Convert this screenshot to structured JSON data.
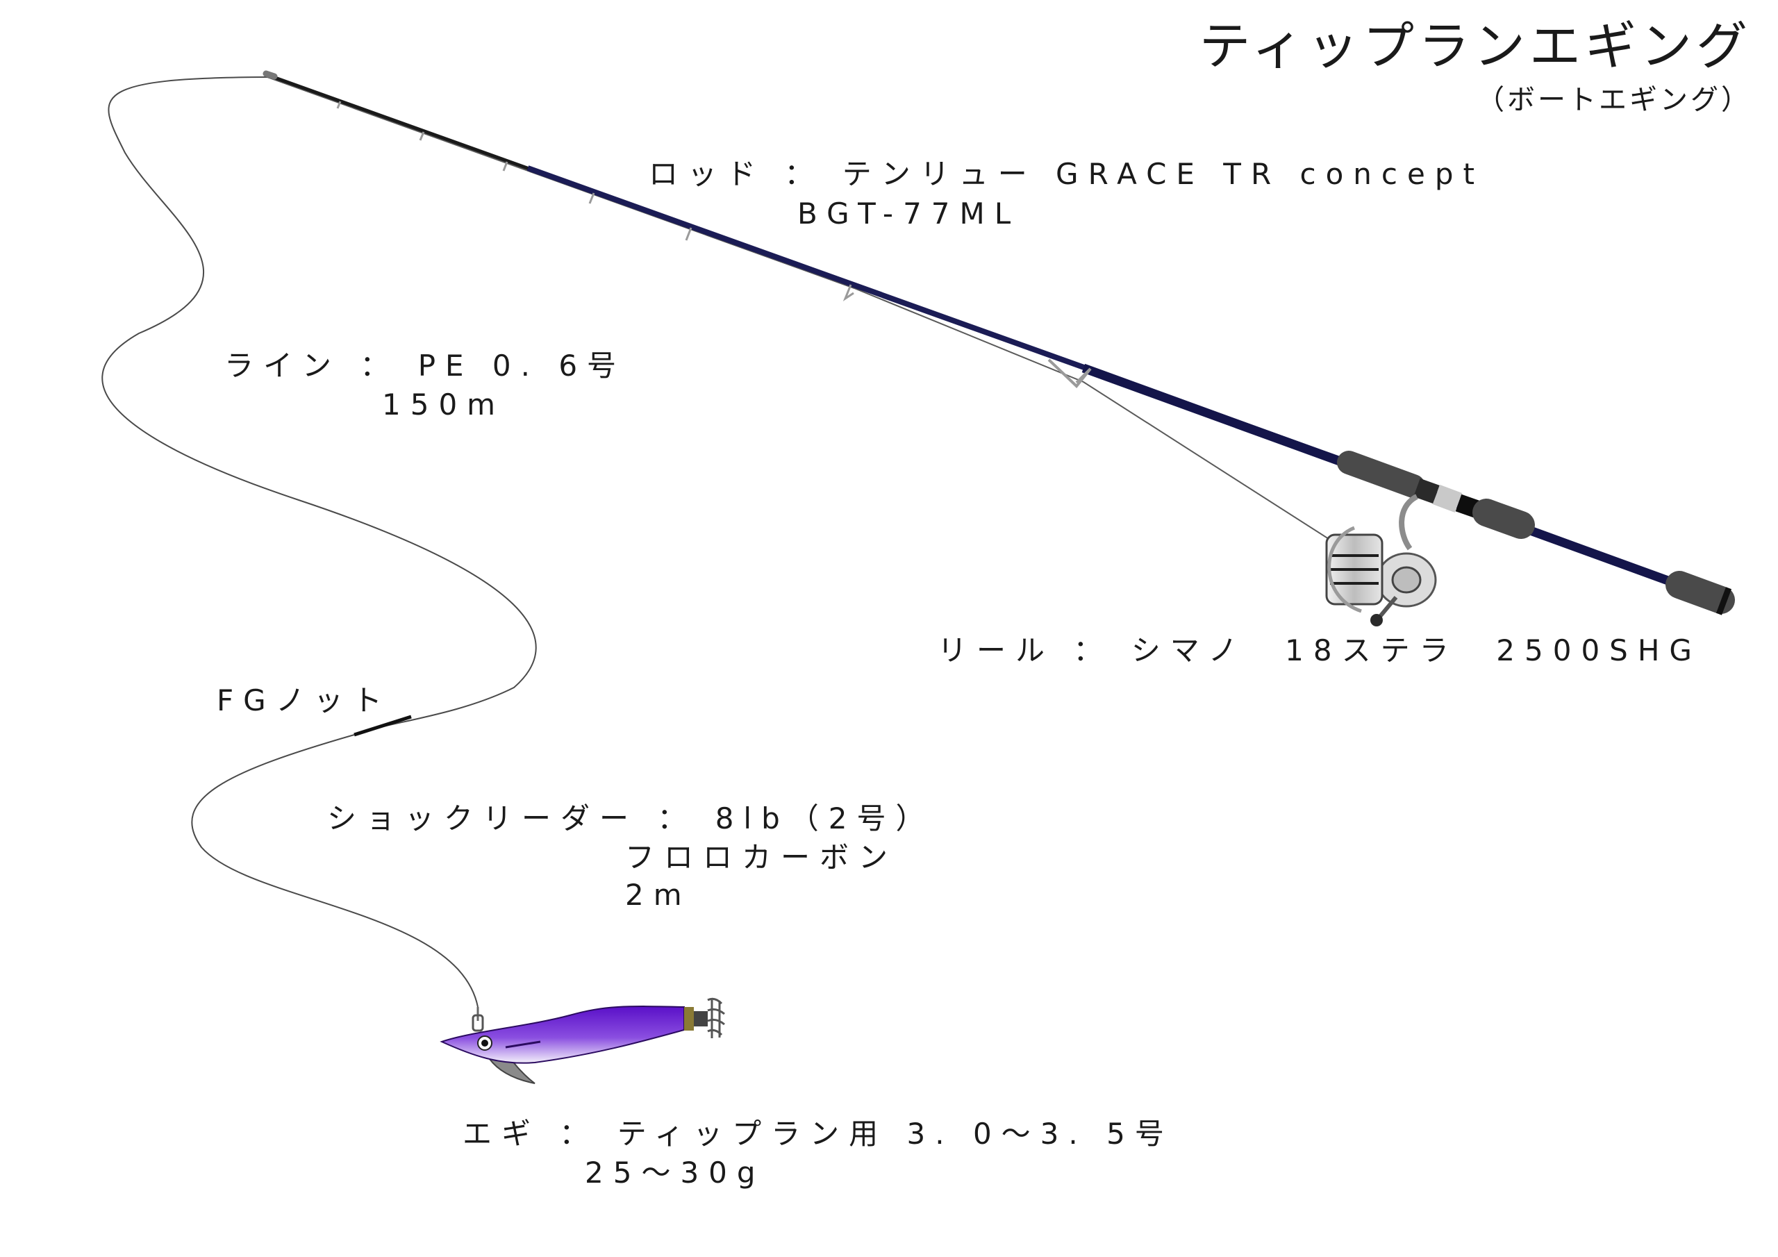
{
  "title": "ティップランエギング",
  "subtitle": "（ボートエギング）",
  "labels": {
    "rod_line1": "ロッド ： テンリュー GRACE TR concept",
    "rod_line2": "BGT-77ML",
    "line_line1": "ライン ： PE 0. 6号",
    "line_line2": "150m",
    "reel": "リール ： シマノ  18ステラ  2500SHG",
    "knot": "FGノット",
    "leader_line1": "ショックリーダー ： 8lb（2号）",
    "leader_line2": "フロロカーボン",
    "leader_line3": "2m",
    "egi_line1": "エギ ： ティップラン用 3. 0～3. 5号",
    "egi_line2": "25～30g"
  },
  "colors": {
    "rod_blank": "#14154a",
    "grip": "#4a4a4a",
    "egi_body": "#6a1fd0",
    "egi_belly": "#f1ecfb",
    "line": "#555555"
  }
}
